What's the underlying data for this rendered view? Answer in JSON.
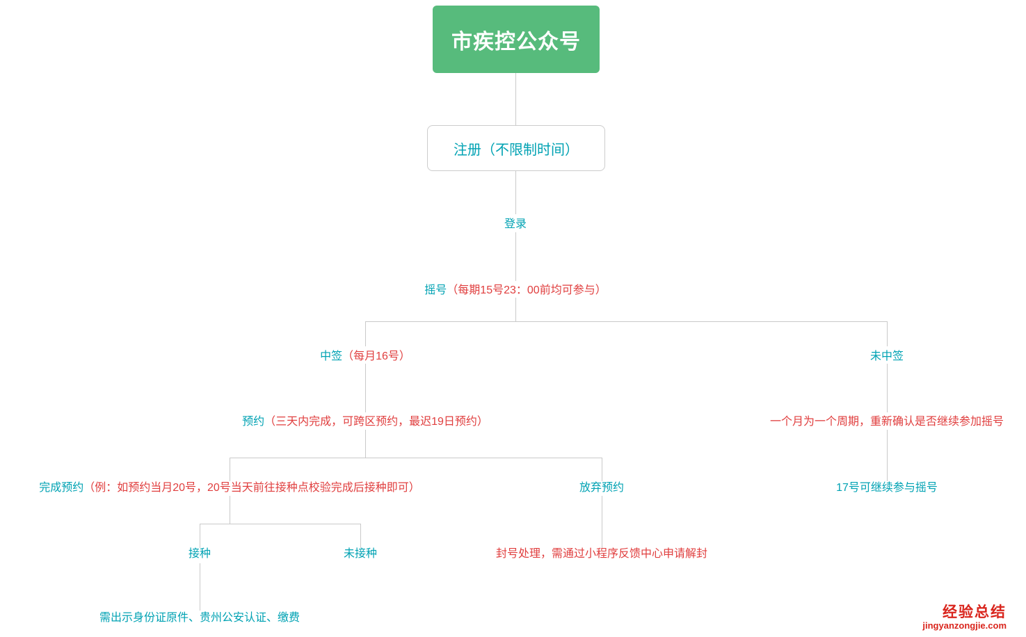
{
  "flowchart": {
    "root": {
      "label": "市疾控公众号"
    },
    "register": {
      "label": "注册（不限制时间）"
    },
    "login": {
      "label": "登录"
    },
    "lottery": {
      "label": "摇号",
      "note": "（每期15号23：00前均可参与）"
    },
    "win": {
      "label": "中签",
      "note": "（每月16号）"
    },
    "no_win": {
      "label": "未中签"
    },
    "reserve": {
      "label": "预约",
      "note": "（三天内完成，可跨区预约，最迟19日预约）"
    },
    "cycle": {
      "label": "一个月为一个周期，重新确认是否继续参加摇号"
    },
    "complete": {
      "label": "完成预约",
      "note": "（例：如预约当月20号，20号当天前往接种点校验完成后接种即可）"
    },
    "abandon": {
      "label": "放弃预约"
    },
    "day17": {
      "label": "17号可继续参与摇号"
    },
    "vaccinated": {
      "label": "接种"
    },
    "not_vaccinated": {
      "label": "未接种"
    },
    "ban": {
      "label": "封号处理，需通过小程序反馈中心申请解封"
    },
    "requirement": {
      "label": "需出示身份证原件、贵州公安认证、缴费"
    }
  },
  "watermark": {
    "brand": "经验总结",
    "site": "jingyanzongjie.com"
  },
  "colors": {
    "root_green": "#57BB7C",
    "teal_text": "#00A2B3",
    "red_text": "#E03E3E",
    "watermark_red": "#D9251D",
    "connector_line": "#C9C9C9"
  }
}
